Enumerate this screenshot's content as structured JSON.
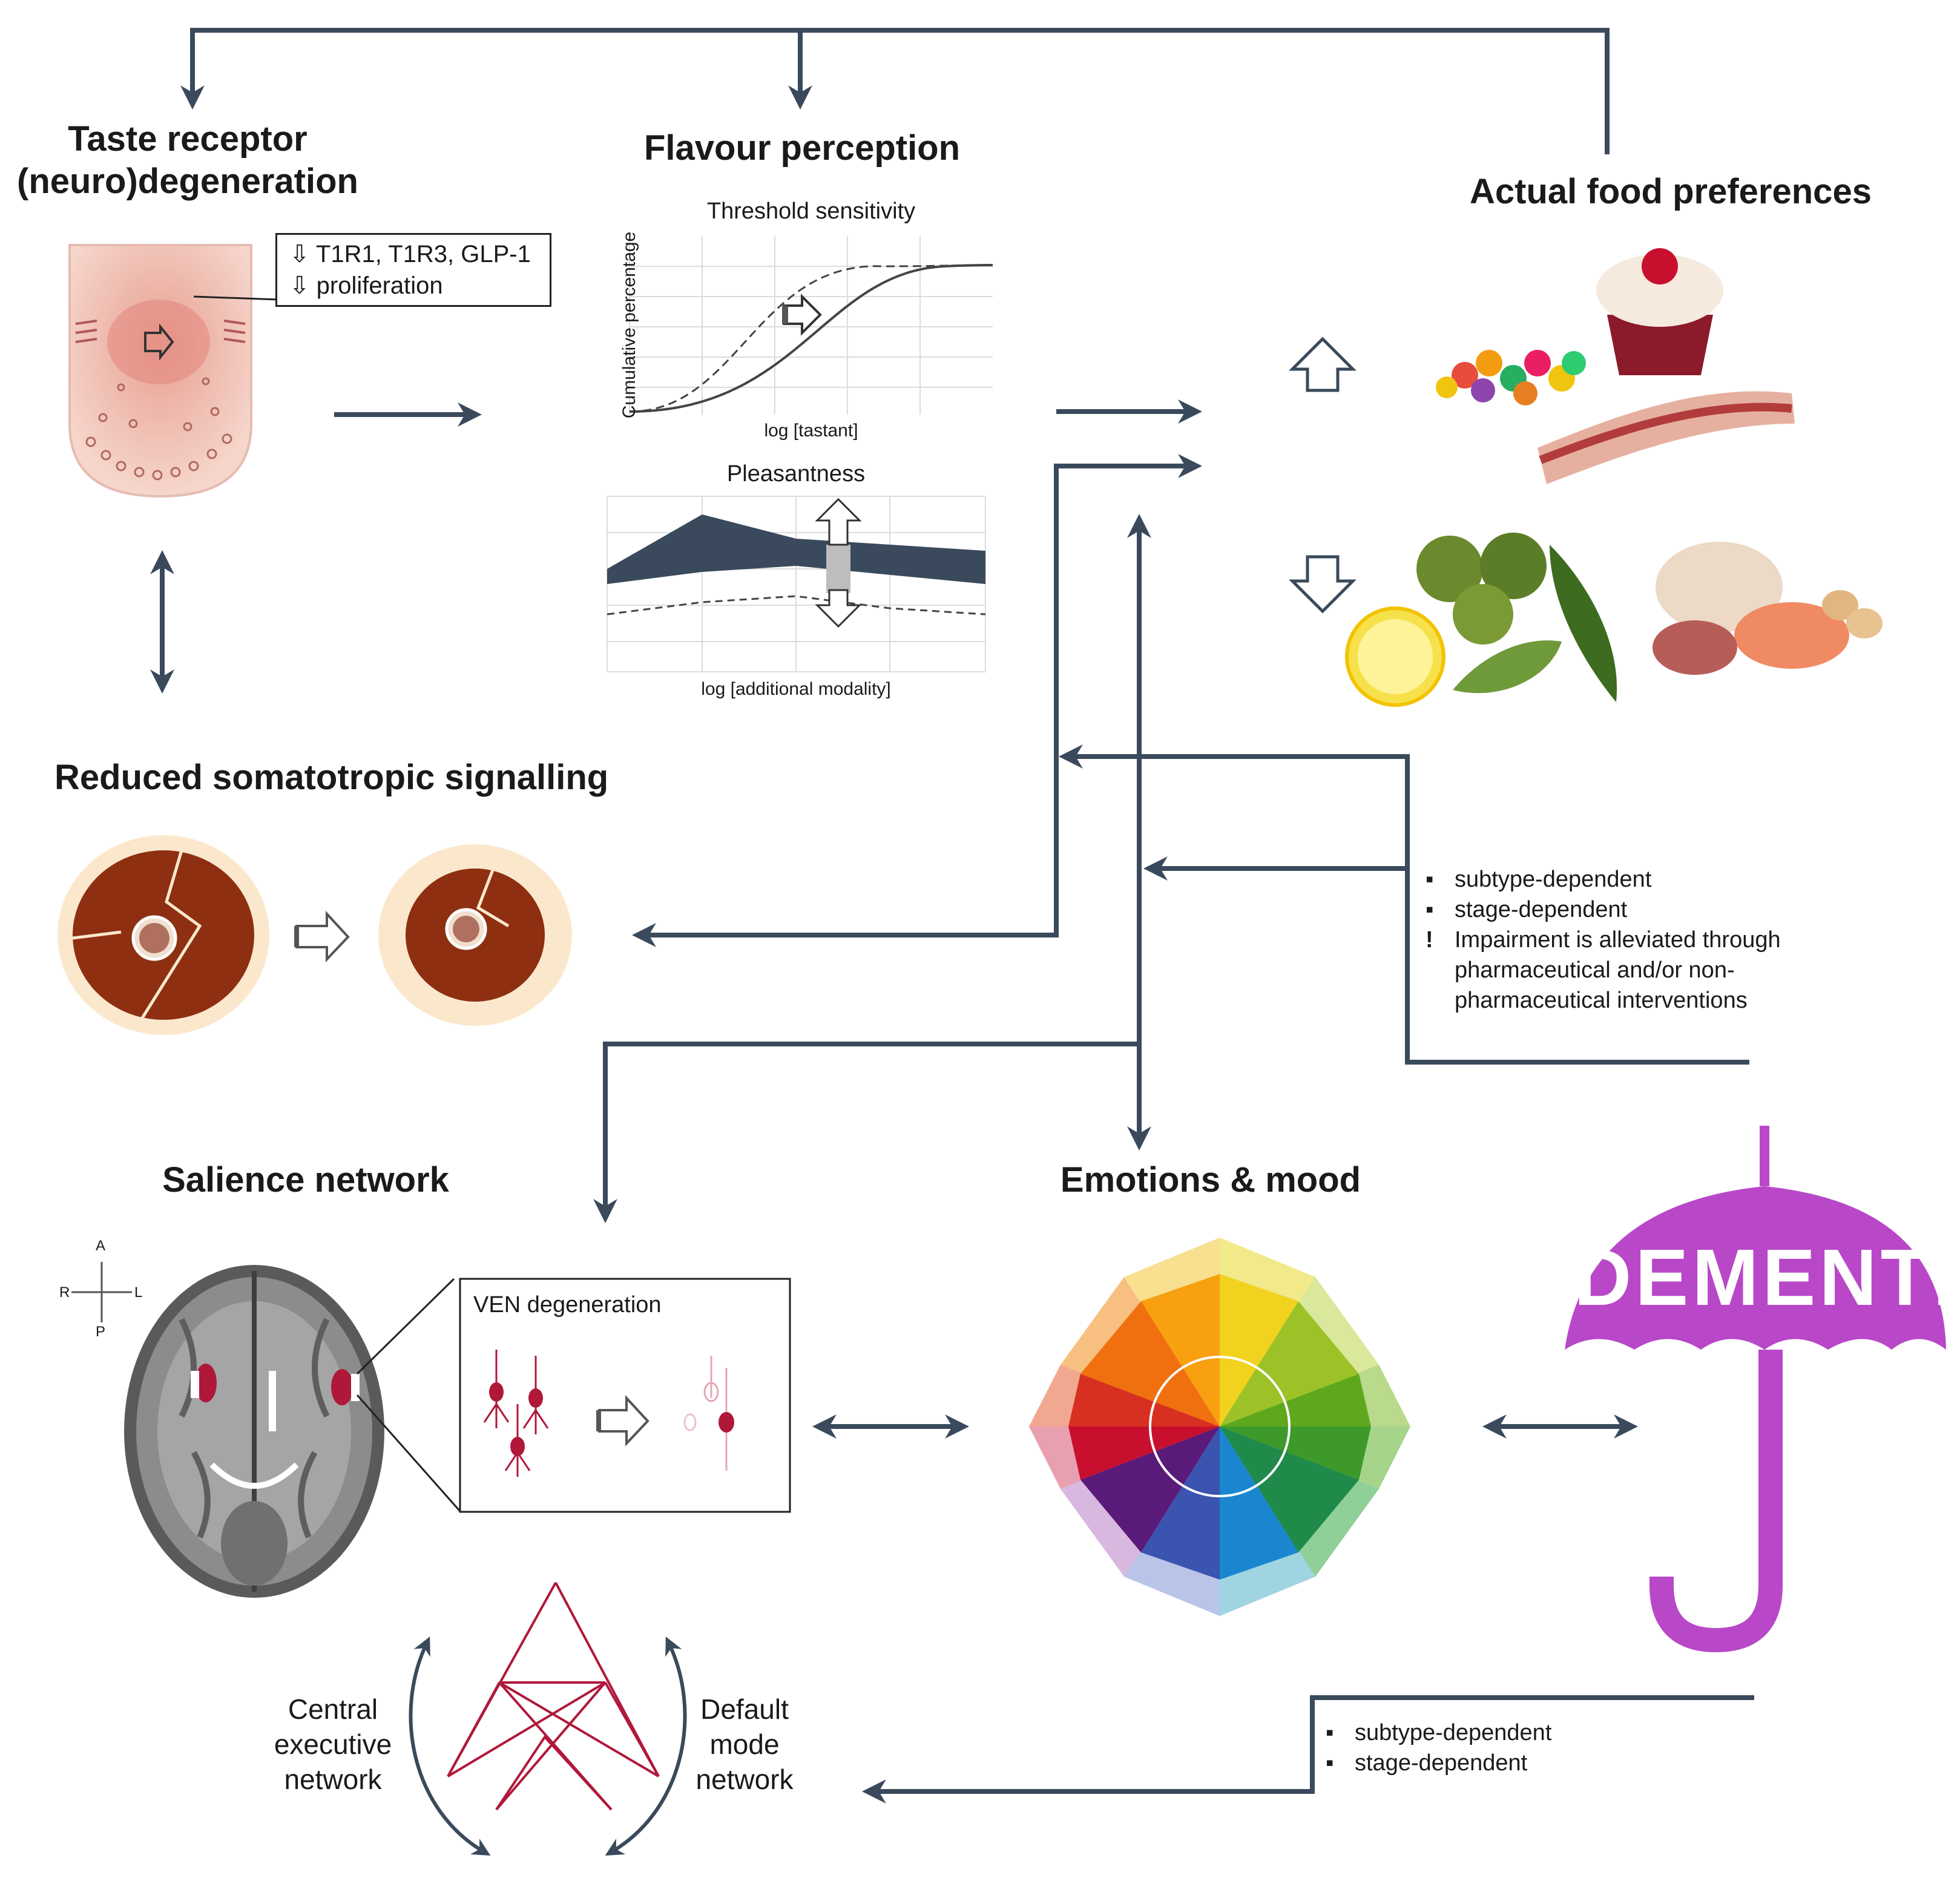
{
  "titles": {
    "taste": "Taste receptor (neuro)degeneration",
    "flavour": "Flavour perception",
    "food": "Actual food preferences",
    "somato": "Reduced somatotropic signalling",
    "salience": "Salience network",
    "emotions": "Emotions & mood"
  },
  "taste_box": {
    "line1": "⇩ T1R1, T1R3, GLP-1",
    "line2": "⇩ proliferation"
  },
  "threshold_chart": {
    "title": "Threshold sensitivity",
    "ylabel": "Cumulative percentage",
    "xlabel": "log [tastant]"
  },
  "pleasantness_chart": {
    "title": "Pleasantness",
    "xlabel": "log [additional modality]"
  },
  "modifiers_top": {
    "items": [
      "subtype-dependent",
      "stage-dependent"
    ],
    "note": "Impairment is alleviated through pharmaceutical and/or non-pharmaceutical interventions"
  },
  "modifiers_bottom": {
    "items": [
      "subtype-dependent",
      "stage-dependent"
    ]
  },
  "ven_box": {
    "label": "VEN degeneration"
  },
  "orientation": {
    "a": "A",
    "p": "P",
    "r": "R",
    "l": "L"
  },
  "networks": {
    "central": "Central executive network",
    "default": "Default mode network"
  },
  "dementia": {
    "word": "DEMENTIA"
  },
  "colors": {
    "arrow": "#3a4a5c",
    "salience_red": "#b0183a",
    "umbrella": "#b848c8",
    "chart_fill": "#3a4a5c"
  }
}
